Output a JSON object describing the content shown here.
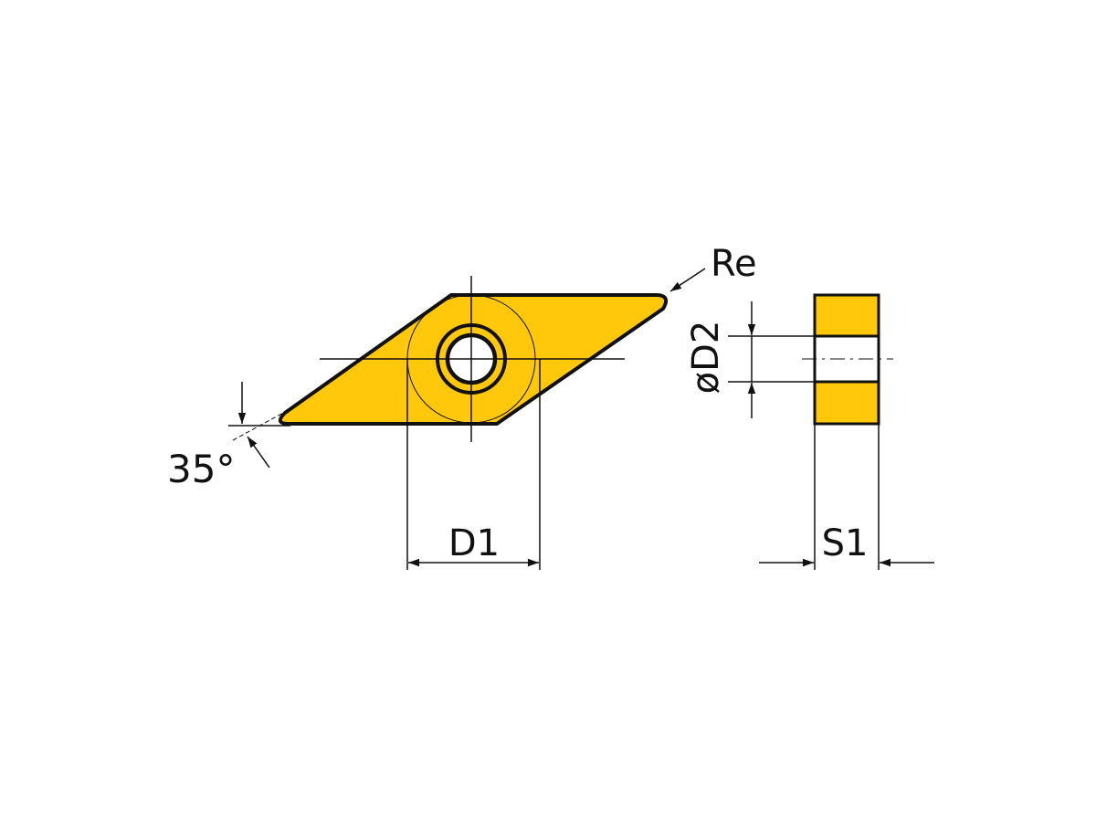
{
  "diagram": {
    "type": "cutting-insert-dimension-drawing",
    "insert_color": "#FFC80A",
    "line_color": "#111111",
    "labels": {
      "nose_radius": "Re",
      "hole_diameter": "øD2",
      "inscribed_circle": "D1",
      "thickness": "S1",
      "angle": "35°"
    }
  }
}
